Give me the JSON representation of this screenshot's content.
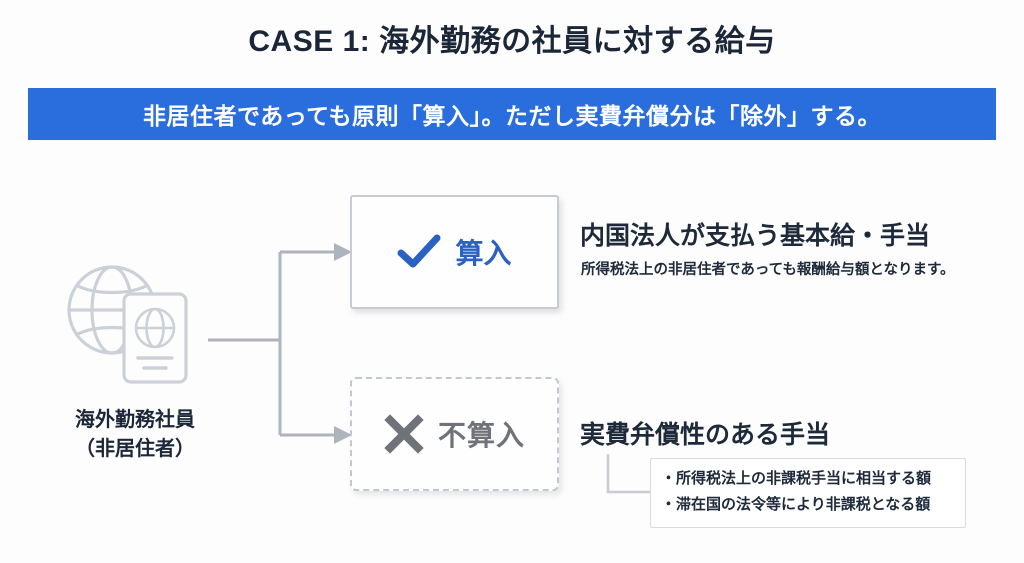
{
  "slide": {
    "title": "CASE 1: 海外勤務の社員に対する給与",
    "banner_text": "非居住者であっても原則「算入」。ただし実費弁償分は「除外」する。",
    "colors": {
      "banner_blue": "#2a6ede",
      "check_blue": "#2a62c4",
      "cross_gray": "#6f7278",
      "text_navy": "#1e2a3a",
      "background": "#fdfdfd",
      "connector_gray": "#aeb4bd",
      "box_border": "#c7cbd4"
    }
  },
  "source": {
    "icon": "globe-passport-icon",
    "label_line1": "海外勤務社員",
    "label_line2": "（非居住者）"
  },
  "branches": [
    {
      "key": "include",
      "box_icon": "check-icon",
      "box_label": "算入",
      "heading": "内国法人が支払う基本給・手当",
      "subtext": "所得税法上の非居住者であっても報酬給与額となります。"
    },
    {
      "key": "exclude",
      "box_icon": "cross-icon",
      "box_label": "不算入",
      "heading": "実費弁償性のある手当",
      "bullets": [
        "・所得税法上の非課税手当に相当する額",
        "・滞在国の法令等により非課税となる額"
      ]
    }
  ]
}
